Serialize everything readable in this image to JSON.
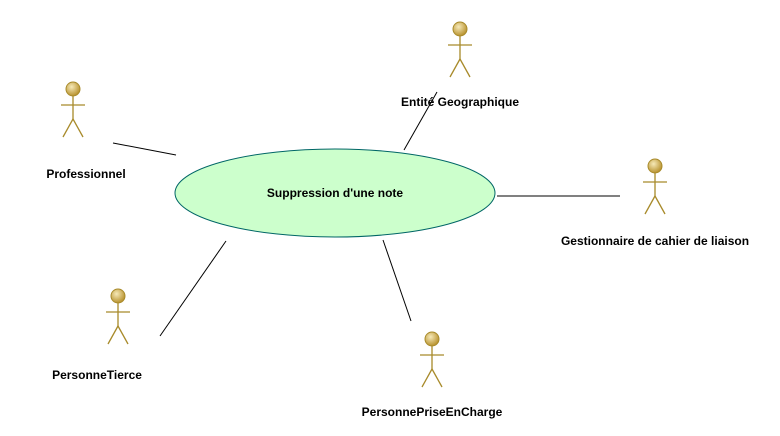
{
  "use_case": {
    "label": "Suppression d'une note",
    "fill": "#ccffcc",
    "stroke": "#006666"
  },
  "actor_style": {
    "head_fill": "#d4b86a",
    "stroke": "#a88a2a"
  },
  "actors": {
    "professionnel": "Professionnel",
    "entite": "Entité Geographique",
    "gestionnaire": "Gestionnaire de cahier de liaison",
    "tierce": "PersonneTierce",
    "prise": "PersonnePriseEnCharge"
  }
}
